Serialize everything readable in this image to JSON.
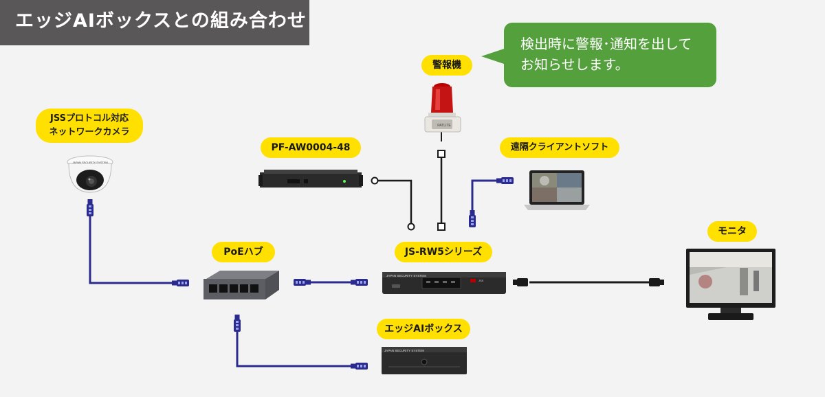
{
  "title": "エッジAIボックスとの組み合わせ",
  "callout": {
    "text": "検出時に警報･通知を出して\nお知らせします。"
  },
  "labels": {
    "alarm": "警報機",
    "camera": "JSSプロトコル対応\nネットワークカメラ",
    "pf_aw": "PF-AW0004-48",
    "client_soft": "遠隔クライアントソフト",
    "monitor": "モニタ",
    "poe_hub": "PoEハブ",
    "js_rw5": "JS-RW5シリーズ",
    "edge_ai_box": "エッジAIボックス"
  },
  "device_text": {
    "nvr_brand": "JAPAN SECURITY SYSTEM",
    "nvr_badge": "JSS",
    "edge_brand": "JAPAN SECURITY SYSTEM",
    "camera_brand": "JAPAN SECURITY SYSTEM",
    "alarm_badge": "PATLITE"
  },
  "icons": {
    "alarm": "rotating-beacon-icon",
    "camera": "dome-camera-icon",
    "laptop": "laptop-icon",
    "monitor": "monitor-icon",
    "switch": "network-switch-icon",
    "connector": "rj45-connector-icon"
  },
  "colors": {
    "title_bg": "#595757",
    "pill": "#ffe000",
    "callout": "#54a03d",
    "lan_cable": "#2b2a8f",
    "hdmi_cable": "#1a1a1a"
  }
}
